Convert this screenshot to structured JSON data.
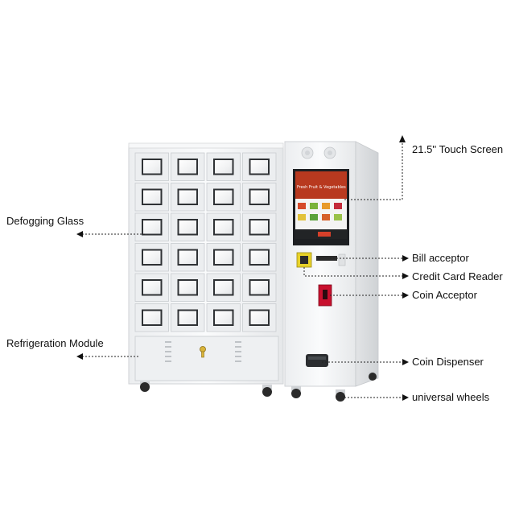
{
  "callouts": {
    "touch_screen": "21.5'' Touch Screen",
    "defogging_glass": "Defogging Glass",
    "bill_acceptor": "Bill acceptor",
    "credit_card_reader": "Credit Card Reader",
    "coin_acceptor": "Coin Acceptor",
    "refrigeration_module": "Refrigeration Module",
    "coin_dispenser": "Coin Dispenser",
    "universal_wheels": "universal wheels"
  },
  "locker": {
    "rows": 6,
    "columns": 4
  },
  "screen": {
    "banner_text": "Fresh Fruit & Vegetables"
  },
  "colors": {
    "cabinet": "#f4f5f6",
    "door": "#e4e6e8",
    "screen_banner": "#c23b22",
    "card_reader": "#e8d22a",
    "coin_acceptor": "#c8102e",
    "wheel": "#2a2a2a"
  }
}
